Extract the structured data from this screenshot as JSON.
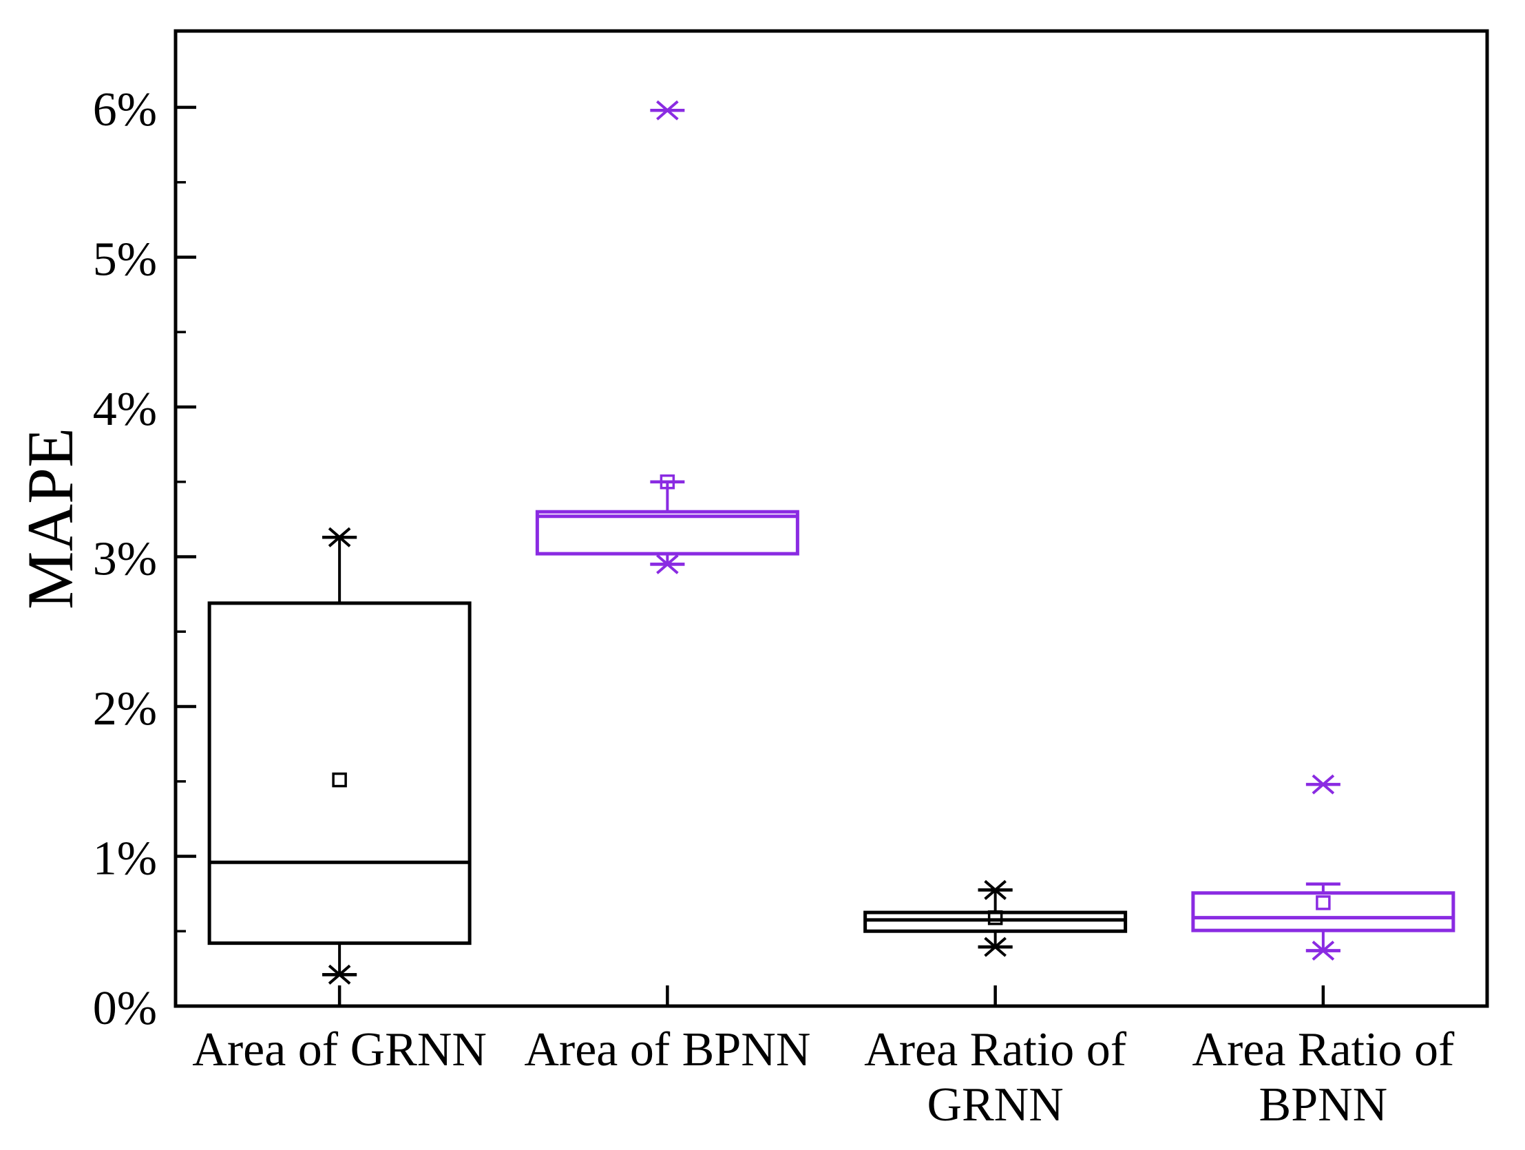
{
  "figure": {
    "background": "#ffffff"
  },
  "chart_data": {
    "type": "box",
    "title": "",
    "xlabel": "",
    "ylabel": "MAPE",
    "grid": false,
    "legend": "none",
    "unit": "percent",
    "y_axis": {
      "min": 0,
      "max": 6.51,
      "major_step": 1,
      "minor_step": 0.5,
      "major_ticks": [
        0,
        1,
        2,
        3,
        4,
        5,
        6
      ],
      "tick_labels": [
        "0%",
        "1%",
        "2%",
        "3%",
        "4%",
        "5%",
        "6%"
      ],
      "minor_ticks": [
        0.5,
        1.5,
        2.5,
        3.5,
        4.5,
        5.5
      ]
    },
    "categories": [
      {
        "label_lines": [
          "Area of GRNN"
        ]
      },
      {
        "label_lines": [
          "Area of BPNN"
        ]
      },
      {
        "label_lines": [
          "Area Ratio of",
          "GRNN"
        ]
      },
      {
        "label_lines": [
          "Area Ratio of",
          "BPNN"
        ]
      }
    ],
    "colors": {
      "black_series": "#000000",
      "purple_series": "#8A2BE2"
    },
    "series": [
      {
        "name": "Area of GRNN",
        "color": "#000000",
        "q1": 0.42,
        "median": 0.96,
        "q3": 2.69,
        "whisker_low": 0.21,
        "whisker_high": 3.13,
        "mean": 1.51,
        "star_markers": [
          0.21,
          3.13
        ],
        "outliers": []
      },
      {
        "name": "Area of BPNN",
        "color": "#8A2BE2",
        "q1": 3.02,
        "median": 3.27,
        "q3": 3.3,
        "whisker_low": 2.95,
        "whisker_high": 3.5,
        "mean": 3.5,
        "star_markers": [
          2.95
        ],
        "outliers": [
          5.98
        ]
      },
      {
        "name": "Area Ratio of GRNN",
        "color": "#000000",
        "q1": 0.5,
        "median": 0.575,
        "q3": 0.625,
        "whisker_low": 0.395,
        "whisker_high": 0.775,
        "mean": 0.59,
        "star_markers": [
          0.395,
          0.775
        ],
        "outliers": []
      },
      {
        "name": "Area Ratio of BPNN",
        "color": "#8A2BE2",
        "q1": 0.505,
        "median": 0.59,
        "q3": 0.755,
        "whisker_low": 0.37,
        "whisker_high": 0.815,
        "mean": 0.69,
        "star_markers": [
          0.37
        ],
        "outliers": [
          1.48
        ]
      }
    ]
  }
}
